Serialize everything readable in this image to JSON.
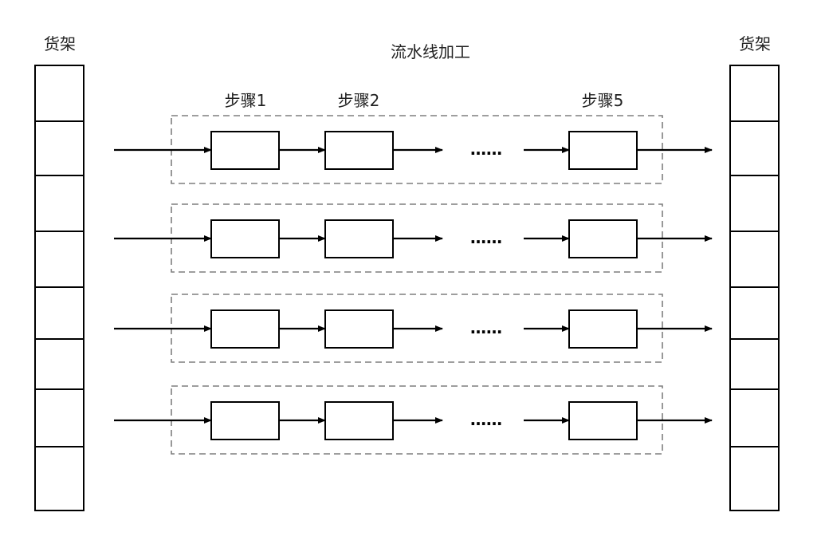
{
  "diagram": {
    "title": "流水线加工",
    "left_shelf": {
      "label": "货架",
      "cell_count": 8
    },
    "right_shelf": {
      "label": "货架",
      "cell_count": 8
    },
    "step_labels": [
      "步骤1",
      "步骤2",
      "步骤5"
    ],
    "ellipsis": "……",
    "pipelines": [
      {
        "id": "pipeline-1",
        "steps": [
          "步骤1",
          "步骤2",
          "步骤5"
        ]
      },
      {
        "id": "pipeline-2",
        "steps": [
          "步骤1",
          "步骤2",
          "步骤5"
        ]
      },
      {
        "id": "pipeline-3",
        "steps": [
          "步骤1",
          "步骤2",
          "步骤5"
        ]
      },
      {
        "id": "pipeline-4",
        "steps": [
          "步骤1",
          "步骤2",
          "步骤5"
        ]
      }
    ],
    "colors": {
      "stroke": "#000000",
      "dashed_border": "#7f7f7f",
      "text": "#222222",
      "background": "#ffffff"
    }
  }
}
